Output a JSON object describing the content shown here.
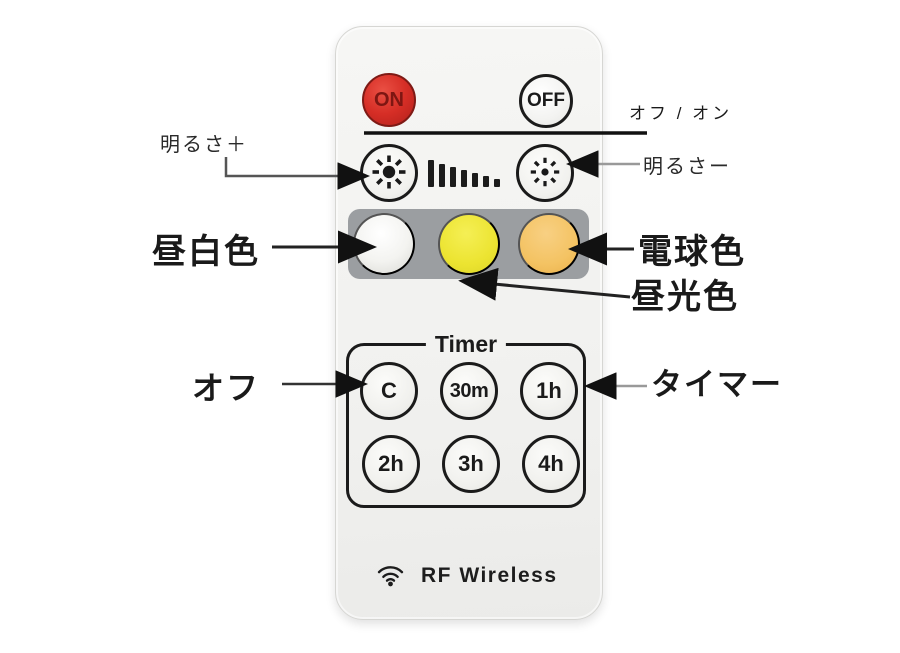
{
  "remote": {
    "on_button": "ON",
    "off_button": "OFF",
    "timer": {
      "title": "Timer",
      "buttons": [
        "C",
        "30m",
        "1h",
        "2h",
        "3h",
        "4h"
      ]
    },
    "brand": "RF Wireless",
    "icons": {
      "brightness_up": "sun-large-dot-icon",
      "brightness_down": "sun-small-dot-icon",
      "signal": "signal-bars-icon",
      "wireless": "wifi-icon"
    },
    "colors": {
      "on_red": "#d62e26",
      "tray_gray": "#9b9ea1",
      "daylight_white_btn": "#f2f2ef",
      "daylight_yellow_btn": "#ece431",
      "bulb_warm_btn": "#f4c363"
    }
  },
  "annotations": {
    "brightness_plus": "明るさ＋",
    "on_off": "オフ / オン",
    "brightness_minus": "明るさー",
    "daylight_white": "昼白色",
    "bulb_color": "電球色",
    "daylight_color": "昼光色",
    "timer_off": "オフ",
    "timer_label": "タイマー"
  }
}
